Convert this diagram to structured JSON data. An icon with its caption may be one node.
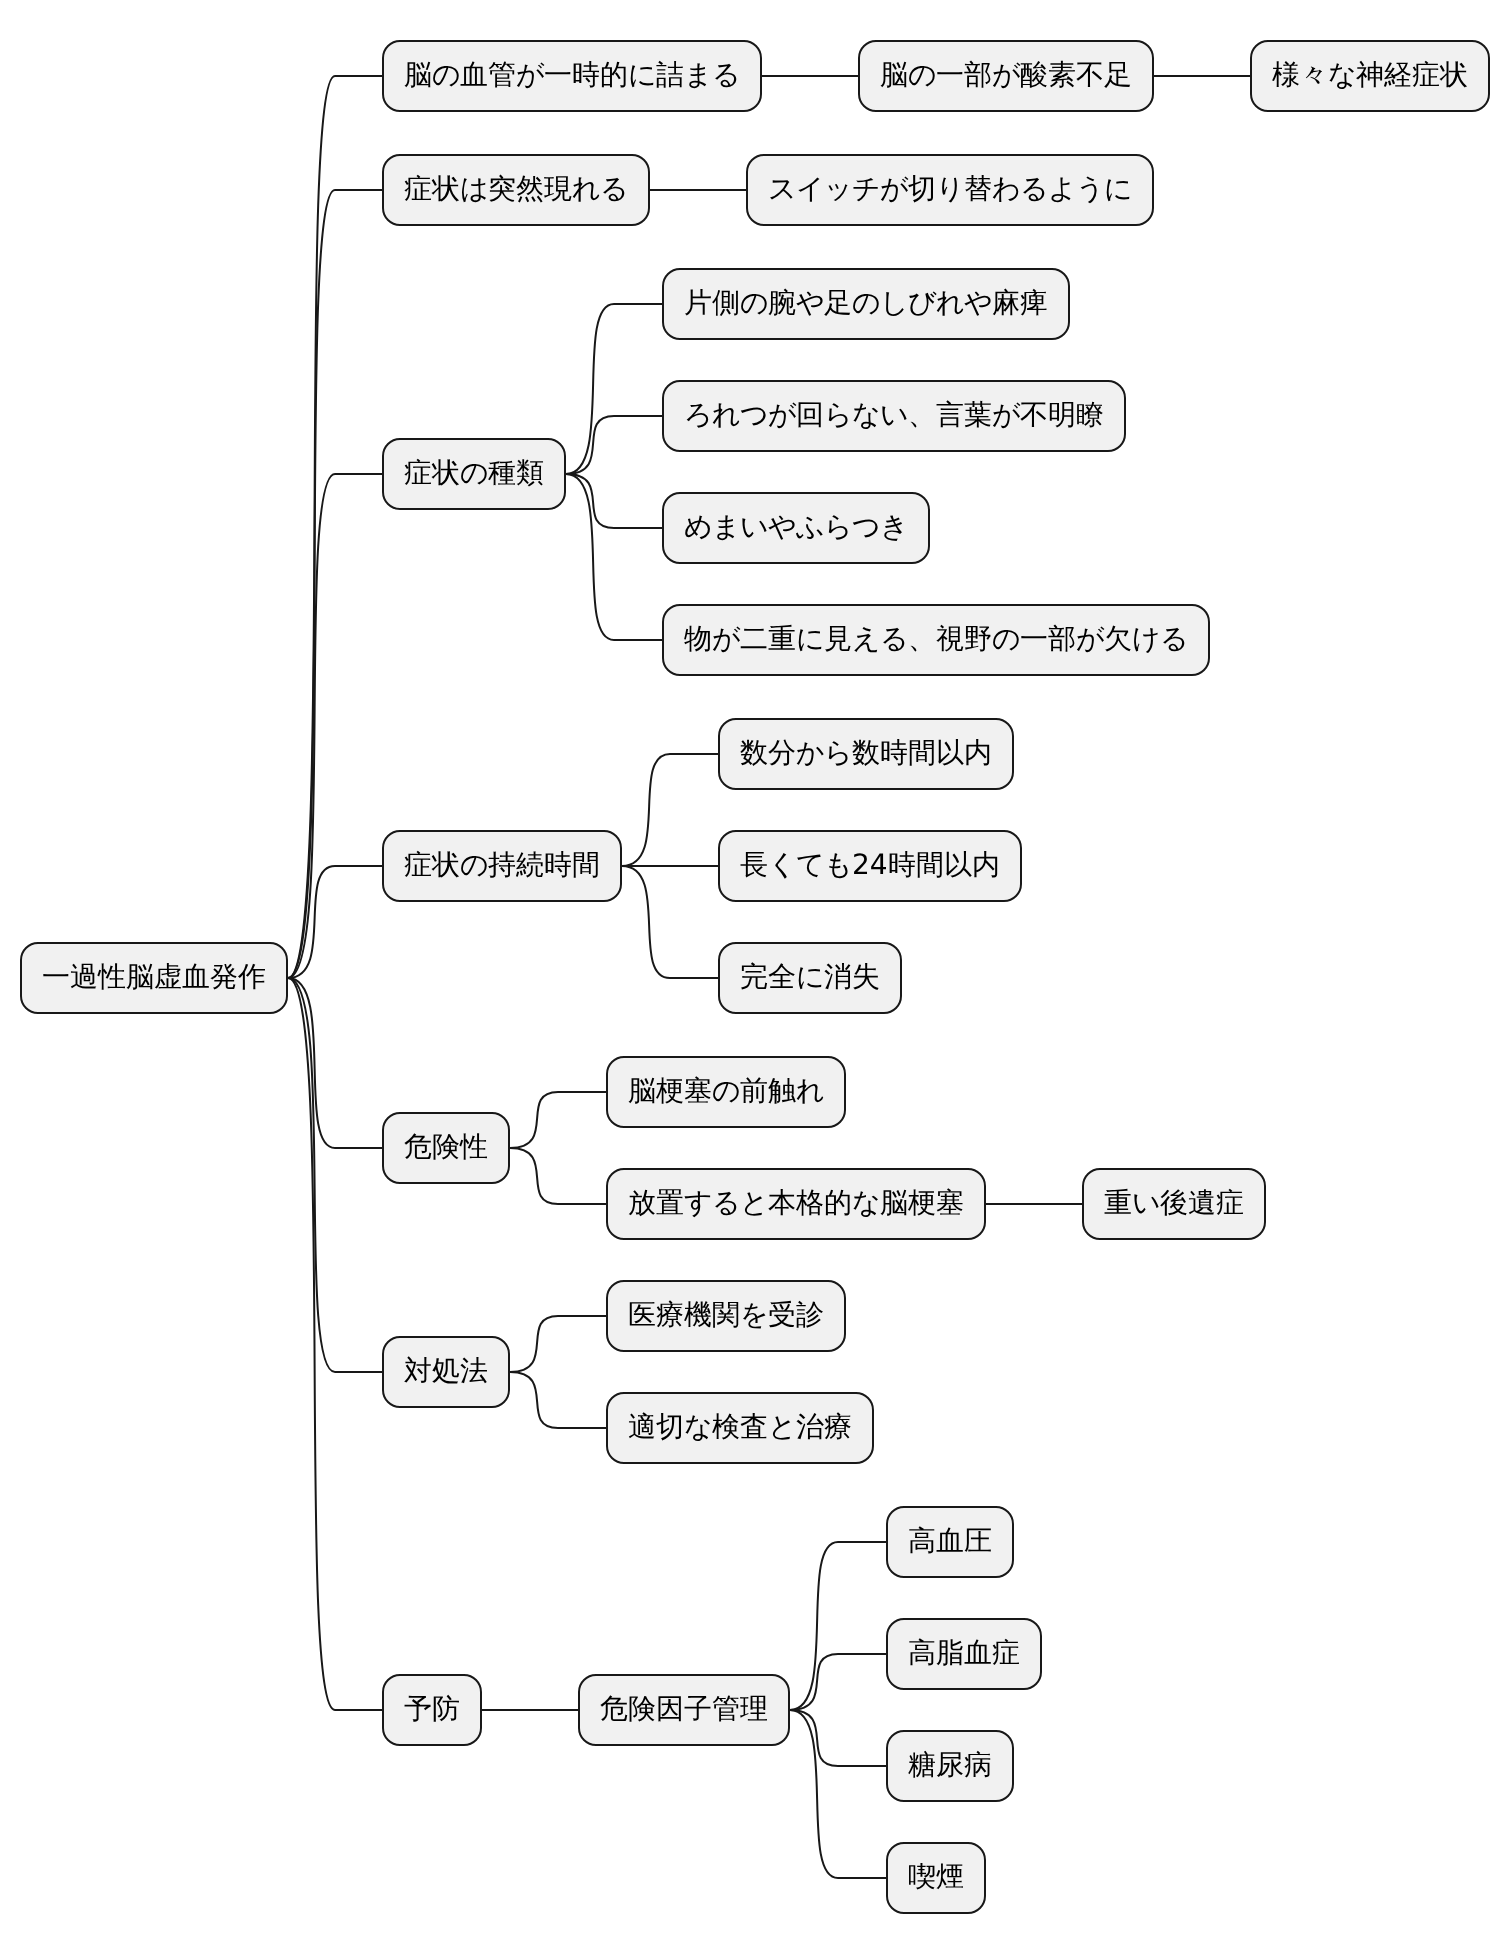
{
  "diagram": {
    "nodes": [
      {
        "text": [
          "一過性脳虚血発作"
        ]
      },
      {
        "text": [
          "脳の血管が一時的に詰まる"
        ]
      },
      {
        "text": [
          "脳の一部が酸素不足"
        ]
      },
      {
        "text": [
          "様々な神経症状"
        ]
      },
      {
        "text": [
          "症状は突然現れる"
        ]
      },
      {
        "text": [
          "スイッチが切り替わるように"
        ]
      },
      {
        "text": [
          "症状の種類"
        ]
      },
      {
        "text": [
          "片側の腕や足のしびれや麻痺"
        ]
      },
      {
        "text": [
          "ろれつが回らない、言葉が不明瞭"
        ]
      },
      {
        "text": [
          "めまいやふらつき"
        ]
      },
      {
        "text": [
          "物が二重に見える、視野の一部が欠ける"
        ]
      },
      {
        "text": [
          "症状の持続時間"
        ]
      },
      {
        "text": [
          "数分から数時間以内"
        ]
      },
      {
        "text": [
          "長くても24時間以内"
        ]
      },
      {
        "text": [
          "完全に消失"
        ]
      },
      {
        "text": [
          "危険性"
        ]
      },
      {
        "text": [
          "脳梗塞の前触れ"
        ]
      },
      {
        "text": [
          "放置すると本格的な脳梗塞"
        ]
      },
      {
        "text": [
          "重い後遺症"
        ]
      },
      {
        "text": [
          "対処法"
        ]
      },
      {
        "text": [
          "医療機関を受診"
        ]
      },
      {
        "text": [
          "適切な検査と治療"
        ]
      },
      {
        "text": [
          "予防"
        ]
      },
      {
        "text": [
          "危険因子管理"
        ]
      },
      {
        "text": [
          "高血圧"
        ]
      },
      {
        "text": [
          "高脂血症"
        ]
      },
      {
        "text": [
          "糖尿病"
        ]
      },
      {
        "text": [
          "喫煙"
        ]
      }
    ],
    "edges": [
      {
        "from": 0,
        "to": 1,
        "arrow": "none"
      },
      {
        "from": 1,
        "to": 2,
        "arrow": "none"
      },
      {
        "from": 2,
        "to": 3,
        "arrow": "none"
      },
      {
        "from": 0,
        "to": 4,
        "arrow": "none"
      },
      {
        "from": 4,
        "to": 5,
        "arrow": "none"
      },
      {
        "from": 0,
        "to": 6,
        "arrow": "none"
      },
      {
        "from": 6,
        "to": 7,
        "arrow": "none"
      },
      {
        "from": 6,
        "to": 8,
        "arrow": "none"
      },
      {
        "from": 6,
        "to": 9,
        "arrow": "none"
      },
      {
        "from": 6,
        "to": 10,
        "arrow": "none"
      },
      {
        "from": 0,
        "to": 11,
        "arrow": "none"
      },
      {
        "from": 11,
        "to": 12,
        "arrow": "none"
      },
      {
        "from": 11,
        "to": 13,
        "arrow": "none"
      },
      {
        "from": 11,
        "to": 14,
        "arrow": "none"
      },
      {
        "from": 0,
        "to": 15,
        "arrow": "none"
      },
      {
        "from": 15,
        "to": 16,
        "arrow": "none"
      },
      {
        "from": 15,
        "to": 17,
        "arrow": "none"
      },
      {
        "from": 17,
        "to": 18,
        "arrow": "none"
      },
      {
        "from": 0,
        "to": 19,
        "arrow": "none"
      },
      {
        "from": 19,
        "to": 20,
        "arrow": "none"
      },
      {
        "from": 19,
        "to": 21,
        "arrow": "none"
      },
      {
        "from": 0,
        "to": 22,
        "arrow": "none"
      },
      {
        "from": 22,
        "to": 23,
        "arrow": "none"
      },
      {
        "from": 23,
        "to": 24,
        "arrow": "none"
      },
      {
        "from": 23,
        "to": 25,
        "arrow": "none"
      },
      {
        "from": 23,
        "to": 26,
        "arrow": "none"
      },
      {
        "from": 23,
        "to": 27,
        "arrow": "none"
      }
    ]
  }
}
